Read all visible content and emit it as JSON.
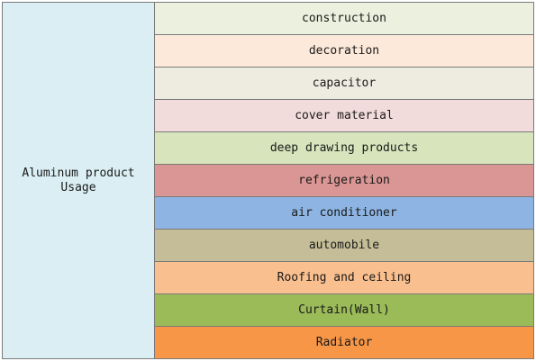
{
  "table": {
    "category_label_line1": "Aluminum product",
    "category_label_line2": "Usage",
    "rows": [
      {
        "label": "construction",
        "color": "#ebf1de"
      },
      {
        "label": "decoration",
        "color": "#fde9d9"
      },
      {
        "label": "capacitor",
        "color": "#eeece1"
      },
      {
        "label": "cover material",
        "color": "#f2dcdb"
      },
      {
        "label": "deep drawing products",
        "color": "#d7e4bc"
      },
      {
        "label": "refrigeration",
        "color": "#da9694"
      },
      {
        "label": "air conditioner",
        "color": "#8db4e2"
      },
      {
        "label": "automobile",
        "color": "#c4bd97"
      },
      {
        "label": "Roofing and ceiling",
        "color": "#fabf8f"
      },
      {
        "label": "Curtain(Wall)",
        "color": "#9bbb59"
      },
      {
        "label": "Radiator",
        "color": "#f79646"
      }
    ]
  }
}
